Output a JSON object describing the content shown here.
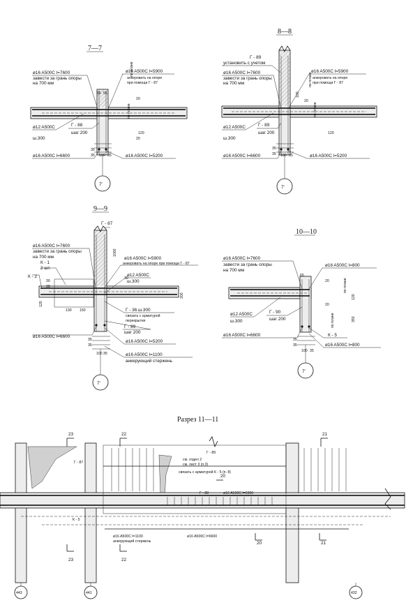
{
  "sections": {
    "s77": {
      "title": "7—7",
      "lbl_a": "ø16 A500C l=7600",
      "lbl_a2": "завести за грань опоры",
      "lbl_a3": "на 700 мм",
      "lbl_b": "ø16 A500C l=5900",
      "lbl_b2": "анкеровать на опоре",
      "lbl_b3": "при помощи Г - 87",
      "lbl_c": "ø12 A500C",
      "lbl_c2": "ш.300",
      "lbl_d": "Г - 88",
      "lbl_d2": "шаг 200",
      "lbl_e": "ø16 A500C l=6600",
      "lbl_f": "ø16 A500C l=5200",
      "dims": [
        "65",
        "55",
        "20",
        "120",
        "20",
        "35",
        "35",
        "100",
        "35",
        "35"
      ],
      "side": "по плане",
      "axis": "7'"
    },
    "s88": {
      "title": "8—8",
      "lbl_g": "Г - 89",
      "lbl_g2": "установить с учетом",
      "lbl_a": "ø16 A500C l=7600",
      "lbl_a2": "завести за грань опоры",
      "lbl_a3": "на 700 мм",
      "lbl_b": "ø16 A500C l=5900",
      "lbl_b2": "анкеровать на опоре",
      "lbl_b3": "при помощи Г - 87",
      "lbl_c": "ø12 A500C",
      "lbl_c2": "ш.300",
      "lbl_d": "Г - 89",
      "lbl_d2": "шаг 200",
      "lbl_e": "ø16 A500C l=6600",
      "lbl_f": "ø16 A500C l=5200",
      "dims": [
        "100",
        "20",
        "120",
        "35",
        "35",
        "100",
        "35"
      ],
      "side": "по плане",
      "axis": "7'"
    },
    "s99": {
      "title": "9—9",
      "lbl_g": "Г - 87",
      "lbl_a": "ø16 A500C l=7600",
      "lbl_a2": "завести за грань опоры",
      "lbl_a3": "на 700 мм",
      "lbl_b": "ø16 A500C l=5900",
      "lbl_b2": "анкеровать на опоре при помощи Г - 87",
      "lbl_k1": "К - 1",
      "lbl_k1b": "2 шт.",
      "lbl_k2": "К - 2",
      "lbl_c": "ø12 A500C",
      "lbl_c2": "ш.300",
      "lbl_h": "Г - 36 ш.300",
      "lbl_h2": "связать с арматурой",
      "lbl_h3": "перекрытия",
      "lbl_d": "Г - 89",
      "lbl_d2": "шаг 200",
      "lbl_e": "ø16 A500C l=6600",
      "lbl_f": "ø16 A500C l=5200",
      "lbl_i": "ø16 A500C l=1100",
      "lbl_i2": "анкерующий стержень",
      "dims": [
        "1000",
        "30",
        "30",
        "120",
        "130",
        "150",
        "30",
        "200",
        "35",
        "35",
        "100",
        "35",
        "35"
      ],
      "axis": "7'"
    },
    "s1010": {
      "title": "10—10",
      "lbl_a": "ø16 A500C l=7600",
      "lbl_a2": "завести за грань опоры",
      "lbl_a3": "на 700 мм",
      "lbl_b": "ø16 A500C l=800",
      "lbl_c": "ø12 A500C",
      "lbl_c2": "ш.300",
      "lbl_d": "Г - 90",
      "lbl_d2": "шаг 200",
      "lbl_e": "ø16 A500C l=6600",
      "lbl_k5": "К - 5",
      "lbl_f": "ø16 A500C l=800",
      "dims": [
        "65",
        "20",
        "20",
        "120",
        "350",
        "35",
        "35",
        "100",
        "35",
        "35"
      ],
      "side": "по плане",
      "axis": "7'"
    }
  },
  "cut": {
    "title": "Разрез 11—11",
    "marks_top": [
      "23",
      "22",
      "21"
    ],
    "marks_bottom": [
      "23",
      "22",
      "20",
      "21"
    ],
    "mark_20": "20",
    "g89": "Г - 89",
    "g89_note": "см. отдел 2",
    "g89_note2": "см. лист 3 (п.3)",
    "g89_note3": "связать с арматурой К - 5 (п. 8)",
    "g87": "Г - 87",
    "g88": "Г - 88",
    "rod_a": "ø16 A500C l=5900",
    "rod_b": "ø16 A500C l=1100",
    "rod_b2": "анкерующий стержень",
    "rod_c": "ø16 A500C l=6600",
    "k5": "К - 5",
    "axes": [
      "443",
      "441",
      "432"
    ]
  }
}
